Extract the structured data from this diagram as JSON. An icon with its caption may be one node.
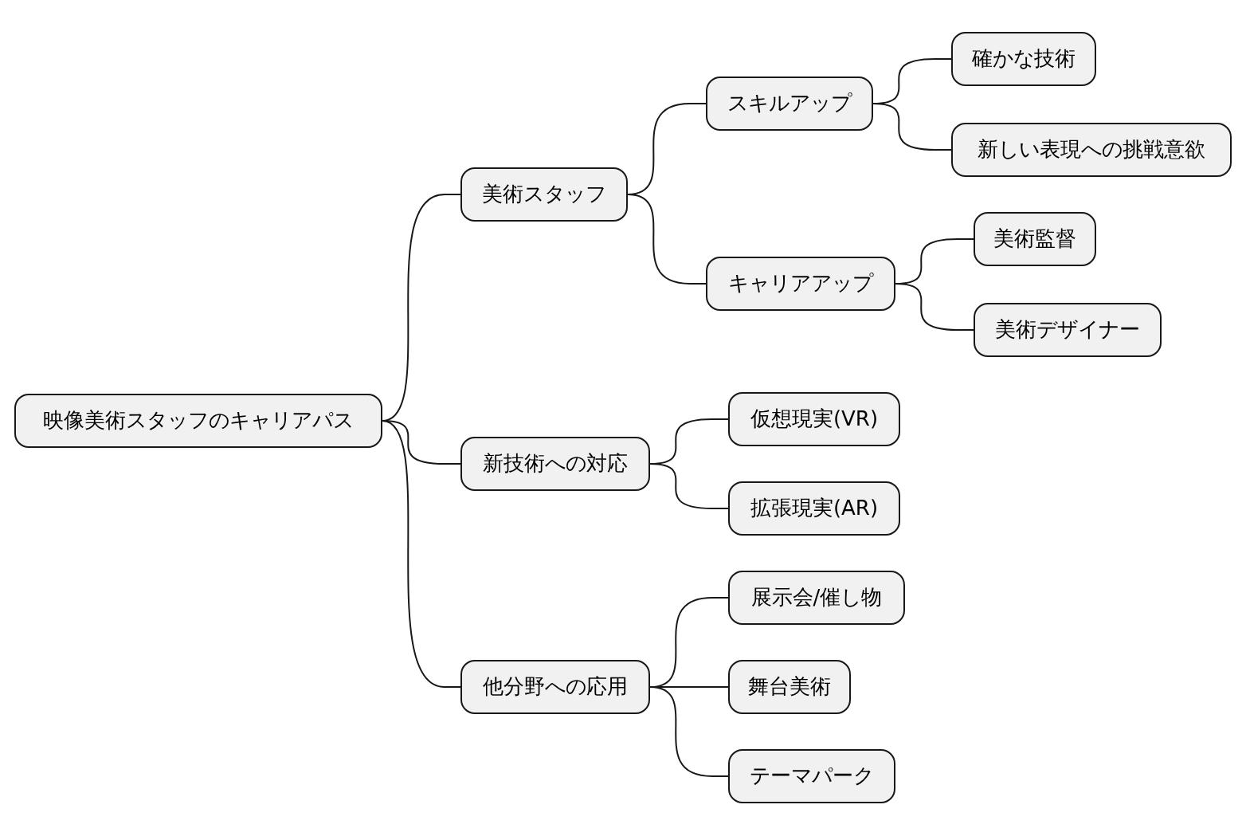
{
  "diagram": {
    "nodes": [
      {
        "text": [
          "映像美術スタッフのキャリアパス"
        ]
      },
      {
        "text": [
          "美術スタッフ"
        ]
      },
      {
        "text": [
          "スキルアップ"
        ]
      },
      {
        "text": [
          "確かな技術"
        ]
      },
      {
        "text": [
          "新しい表現への挑戦意欲"
        ]
      },
      {
        "text": [
          "キャリアアップ"
        ]
      },
      {
        "text": [
          "美術監督"
        ]
      },
      {
        "text": [
          "美術デザイナー"
        ]
      },
      {
        "text": [
          "新技術への対応"
        ]
      },
      {
        "text": [
          "仮想現実(VR)"
        ]
      },
      {
        "text": [
          "拡張現実(AR)"
        ]
      },
      {
        "text": [
          "他分野への応用"
        ]
      },
      {
        "text": [
          "展示会/催し物"
        ]
      },
      {
        "text": [
          "舞台美術"
        ]
      },
      {
        "text": [
          "テーマパーク"
        ]
      }
    ],
    "edges": [
      {
        "from": 0,
        "to": 1,
        "arrow": "none"
      },
      {
        "from": 1,
        "to": 2,
        "arrow": "none"
      },
      {
        "from": 2,
        "to": 3,
        "arrow": "none"
      },
      {
        "from": 2,
        "to": 4,
        "arrow": "none"
      },
      {
        "from": 1,
        "to": 5,
        "arrow": "none"
      },
      {
        "from": 5,
        "to": 6,
        "arrow": "none"
      },
      {
        "from": 5,
        "to": 7,
        "arrow": "none"
      },
      {
        "from": 0,
        "to": 8,
        "arrow": "none"
      },
      {
        "from": 8,
        "to": 9,
        "arrow": "none"
      },
      {
        "from": 8,
        "to": 10,
        "arrow": "none"
      },
      {
        "from": 0,
        "to": 11,
        "arrow": "none"
      },
      {
        "from": 11,
        "to": 12,
        "arrow": "none"
      },
      {
        "from": 11,
        "to": 13,
        "arrow": "none"
      },
      {
        "from": 11,
        "to": 14,
        "arrow": "none"
      }
    ]
  }
}
